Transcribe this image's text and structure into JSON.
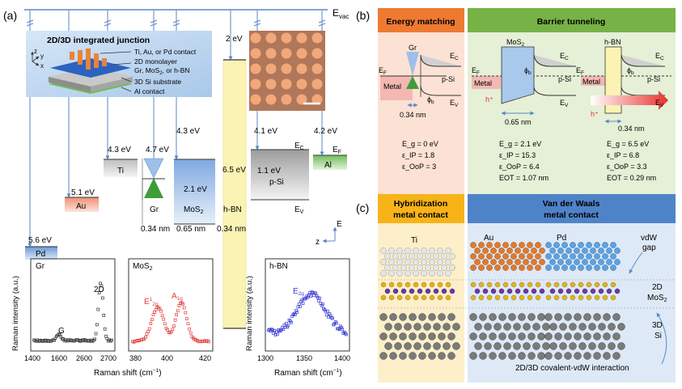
{
  "panel_a": {
    "label": "(a)",
    "evac": "E",
    "evac_sub": "vac",
    "inset_title": "2D/3D integrated junction",
    "layers": [
      "Ti, Au, or Pd contact",
      "2D monolayer",
      "Gr, MoS",
      "3D Si substrate",
      "Al contact"
    ],
    "layer_gr_sub": "2",
    "layer_gr_tail": ", or h-BN",
    "axes_xyz": [
      "z",
      "y",
      "x"
    ],
    "work_functions": {
      "pd": "5.6 eV",
      "au": "5.1 eV",
      "ti": "4.3 eV",
      "gr": "4.7 eV",
      "mos2_top": "4.3 eV",
      "mos2_gap": "2.1 eV",
      "hbn_top": "2 eV",
      "hbn_gap": "6.5 eV",
      "si_top": "4.1 eV",
      "si_gap": "1.1 eV",
      "al": "4.2 eV"
    },
    "materials": {
      "pd": "Pd",
      "au": "Au",
      "ti": "Ti",
      "gr": "Gr",
      "mos2": "MoS",
      "mos2_sub": "2",
      "hbn": "h-BN",
      "psi": "p-Si",
      "al": "Al"
    },
    "thickness": {
      "gr": "0.34 nm",
      "mos2": "0.65 nm",
      "hbn": "0.34 nm"
    },
    "band_labels": {
      "ec": "E",
      "ec_sub": "C",
      "ev": "E",
      "ev_sub": "V",
      "ef": "E",
      "ef_sub": "F",
      "e": "E",
      "z": "z"
    },
    "raman": {
      "ylabel": "Raman intensity (a.u.)",
      "xlabel": "Raman shift (cm",
      "xlabel_tail": ")",
      "xlabel_sup": "−1",
      "gr": {
        "name": "Gr",
        "peaks": [
          "G",
          "2D"
        ],
        "ticks": [
          "1400",
          "1600",
          "2600",
          "2700"
        ]
      },
      "mos2": {
        "name": "MoS",
        "name_sub": "2",
        "peak1": "E",
        "peak1_sup": "1",
        "peak1_sub": "2g",
        "peak2": "A",
        "peak2_sub": "1g",
        "ticks": [
          "380",
          "400",
          "420"
        ]
      },
      "hbn": {
        "name": "h-BN",
        "peak": "E",
        "peak_sub": "2g",
        "ticks": [
          "1300",
          "1350",
          "1400"
        ]
      }
    }
  },
  "panel_b": {
    "label": "(b)",
    "headers": {
      "energy": "Energy matching",
      "barrier": "Barrier tunneling"
    },
    "labels": {
      "gr": "Gr",
      "mos2": "MoS",
      "mos2_sub": "2",
      "hbn": "h-BN",
      "metal": "Metal",
      "psi": "p-Si",
      "ec": "E",
      "ec_sub": "C",
      "ev": "E",
      "ev_sub": "V",
      "ef": "E",
      "ef_sub": "F",
      "phi": "ϕ",
      "phi_sub": "b",
      "hplus": "h⁺"
    },
    "thickness": {
      "gr": "0.34 nm",
      "mos2": "0.65 nm",
      "hbn": "0.34 nm"
    },
    "props": {
      "gr": [
        "E_g = 0 eV",
        "ε_IP = 1.8",
        "ε_OoP = 3"
      ],
      "mos2": [
        "E_g = 2.1 eV",
        "ε_IP = 15.3",
        "ε_OoP = 6.4",
        "EOT = 1.07 nm"
      ],
      "hbn": [
        "E_g = 6.5 eV",
        "ε_IP = 6.8",
        "ε_OoP = 3.3",
        "EOT = 0.29 nm"
      ]
    }
  },
  "panel_c": {
    "label": "(c)",
    "headers": {
      "hybrid_1": "Hybridization",
      "hybrid_2": "metal contact",
      "vdw_1": "Van der Waals",
      "vdw_2": "metal contact"
    },
    "metals": [
      "Ti",
      "Au",
      "Pd"
    ],
    "side": {
      "vdw_gap_1": "vdW",
      "vdw_gap_2": "gap",
      "mos2_1": "2D",
      "mos2_2": "MoS",
      "mos2_sub": "2",
      "si_1": "3D",
      "si_2": "Si"
    },
    "footer": "2D/3D covalent-vdW interaction"
  },
  "colors": {
    "blue_line": "#5a86c6",
    "orange": "#e98a3b",
    "green": "#79b047",
    "yellow_band": "#fbf3b4",
    "mos2_blue": "#a8c8ec"
  }
}
